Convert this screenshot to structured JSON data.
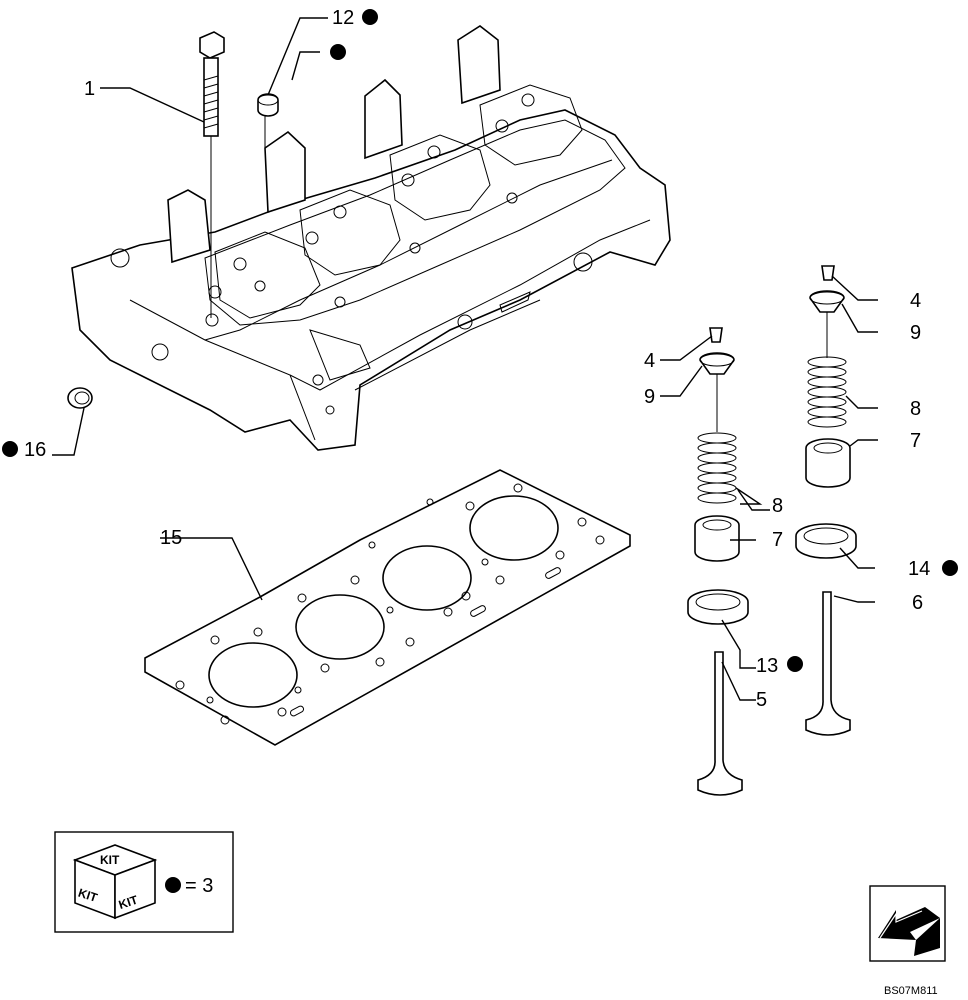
{
  "callouts": [
    {
      "id": "c1",
      "text": "1"
    },
    {
      "id": "c12",
      "text": "12"
    },
    {
      "id": "c16",
      "text": "16"
    },
    {
      "id": "c15",
      "text": "15"
    },
    {
      "id": "c4a",
      "text": "4"
    },
    {
      "id": "c9a",
      "text": "9"
    },
    {
      "id": "c8a",
      "text": "8"
    },
    {
      "id": "c7a",
      "text": "7"
    },
    {
      "id": "c4b",
      "text": "4"
    },
    {
      "id": "c9b",
      "text": "9"
    },
    {
      "id": "c8b",
      "text": "8"
    },
    {
      "id": "c7b",
      "text": "7"
    },
    {
      "id": "c14",
      "text": "14"
    },
    {
      "id": "c6",
      "text": "6"
    },
    {
      "id": "c13",
      "text": "13"
    },
    {
      "id": "c5",
      "text": "5"
    }
  ],
  "kit_legend": {
    "cube_top": "KIT",
    "cube_left": "KIT",
    "cube_right": "KIT",
    "equation": "= 3"
  },
  "drawing_code": "BS07M811",
  "nav_icon": "arrow-nav-icon",
  "colors": {
    "ink": "#000000",
    "paper": "#ffffff"
  }
}
